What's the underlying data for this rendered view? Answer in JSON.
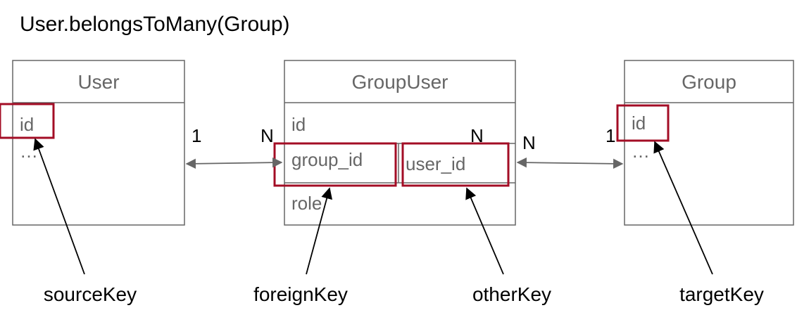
{
  "title": "User.belongsToMany(Group)",
  "tables": {
    "user": {
      "name": "User",
      "rows": [
        "id",
        "…"
      ]
    },
    "groupuser": {
      "name": "GroupUser",
      "rows": [
        "id",
        "group_id",
        "user_id",
        "role"
      ]
    },
    "group": {
      "name": "Group",
      "rows": [
        "id",
        "…"
      ]
    }
  },
  "cardinality": {
    "left_one": "1",
    "left_many": "N",
    "mid_many": "N",
    "right_many": "N",
    "right_one": "1"
  },
  "keys": {
    "source": "sourceKey",
    "foreign": "foreignKey",
    "other": "otherKey",
    "target": "targetKey"
  },
  "colors": {
    "highlight": "#a30d25",
    "border": "#666666",
    "text": "#666666",
    "label": "#000000"
  }
}
